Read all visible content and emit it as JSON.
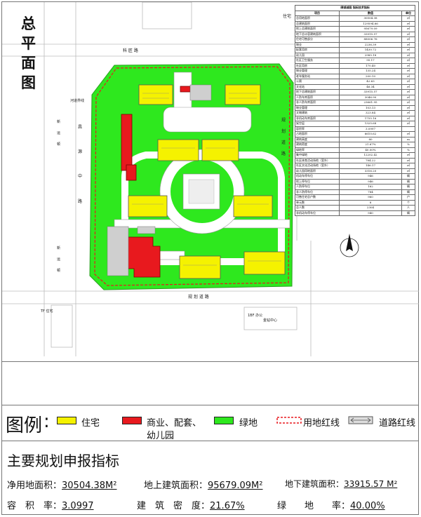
{
  "page_title_chars": [
    "总",
    "平",
    "面",
    "图"
  ],
  "map_labels": {
    "road_north": "科 匠 路",
    "road_west_name": "昌 源 中 路",
    "road_west_side": "河道界线",
    "road_east": "规 划 道 路",
    "road_south": "规 划 道 路",
    "xinyun_1": "新运顿",
    "xinyun_2": "新运顿",
    "residence_top": "住宅",
    "residence_left": "TF 住宅",
    "office": "1BF 办公",
    "shopping": "金钻中心"
  },
  "indicator_table": {
    "title": "绿城诚园 指标技术指标",
    "header": [
      "项目",
      "数值",
      "单位"
    ],
    "rows": [
      [
        "总用地面积",
        "30504.38",
        "㎡"
      ],
      [
        "总建筑面积",
        "129594.66",
        "㎡"
      ],
      [
        "地上总建筑面积",
        "95679.09",
        "㎡"
      ],
      [
        "地下总计容建筑面积",
        "33915.57",
        "㎡"
      ],
      [
        "住宅可售部分",
        "88006.76",
        "㎡"
      ],
      [
        "物业",
        "2236.39",
        "㎡"
      ],
      [
        "配套用房",
        "1430.72",
        "㎡"
      ],
      [
        "幼儿园",
        "2985.18",
        "㎡"
      ],
      [
        "社区卫生服务",
        "95.17",
        "㎡"
      ],
      [
        "社区用房",
        "170.40",
        "㎡"
      ],
      [
        "物业管理",
        "135.24",
        "㎡"
      ],
      [
        "老年服务站",
        "200.10",
        "㎡"
      ],
      [
        "公厕",
        "42.63",
        "㎡"
      ],
      [
        "文化站",
        "46.34",
        "㎡"
      ],
      [
        "地下总建筑面积",
        "33915.57",
        "㎡"
      ],
      [
        "人防车库面积",
        "3046.90",
        "㎡"
      ],
      [
        "非人防车库面积",
        "23661.95",
        "㎡"
      ],
      [
        "物业管理",
        "103.13",
        "㎡"
      ],
      [
        "文物建筑",
        "323.84",
        "㎡"
      ],
      [
        "非机动车库面积",
        "1755.16",
        "㎡"
      ],
      [
        "架空层",
        "1325.68",
        "㎡"
      ],
      [
        "容积率",
        "3.0997",
        ""
      ],
      [
        "占地面积",
        "6610.62",
        "㎡"
      ],
      [
        "建筑高度",
        "80",
        "m"
      ],
      [
        "建筑密度",
        "21.67%",
        "%"
      ],
      [
        "绿地率",
        "40.00%",
        "%"
      ],
      [
        "集中绿地",
        "12202.42",
        "㎡"
      ],
      [
        "社区体育活动场地（室外）",
        "784.22",
        "㎡"
      ],
      [
        "社区文化活动场地（室外）",
        "146.17",
        "㎡"
      ],
      [
        "幼儿园用地面积",
        "3316.20",
        "㎡"
      ],
      [
        "机动车停车位",
        "946",
        "辆"
      ],
      [
        "地上停车位",
        "946",
        "辆"
      ],
      [
        "人防停车位",
        "162",
        "辆"
      ],
      [
        "非人防停车位",
        "784",
        "辆"
      ],
      [
        "可售住宅总户数",
        "960",
        "户"
      ],
      [
        "单元数",
        "8",
        "个"
      ],
      [
        "总人数",
        "2304",
        "人"
      ],
      [
        "非机动车停车位",
        "940",
        "辆"
      ]
    ]
  },
  "legend": {
    "title": "图例",
    "colon": ":",
    "items": [
      {
        "label": "住宅",
        "color": "#f5f200"
      },
      {
        "label_line1": "商业、配套、",
        "label_line2": "幼儿园",
        "color": "#e8191e"
      },
      {
        "label": "绿地",
        "color": "#2ee81e"
      },
      {
        "label": "用地红线"
      },
      {
        "label": "道路红线"
      }
    ]
  },
  "indicators": {
    "title": "主要规划申报指标",
    "row1": [
      {
        "label": "净用地面积：",
        "value": "30504.38M²"
      },
      {
        "label": "地上建筑面积：",
        "value": "95679.09M²"
      },
      {
        "label": "地下建筑面积：",
        "value": "33915.57 M²"
      }
    ],
    "row2": [
      {
        "label": "容　积　率：",
        "value": "3.0997"
      },
      {
        "label": "建　筑　密　度：",
        "value": "21.67%"
      },
      {
        "label": "绿　　地　　率：",
        "value": "40.00%"
      }
    ]
  },
  "colors": {
    "residential": "#f5f200",
    "commercial": "#e8191e",
    "green": "#2ee81e",
    "road": "#ffffff",
    "line": "#555555"
  }
}
